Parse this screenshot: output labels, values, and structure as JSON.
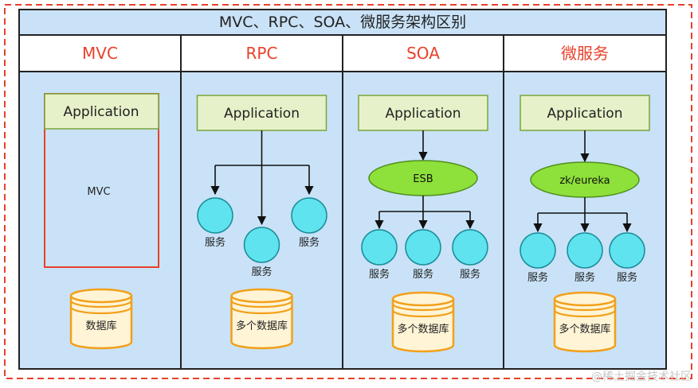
{
  "title": "MVC、RPC、SOA、微服务架构区别",
  "watermark": "@稀土掘金技术社区",
  "columns": [
    {
      "header": "MVC",
      "application_label": "Application",
      "inner_label": "MVC",
      "hub_label": "",
      "services": [],
      "database_label": "数据库"
    },
    {
      "header": "RPC",
      "application_label": "Application",
      "inner_label": "",
      "hub_label": "",
      "services": [
        "服务",
        "服务",
        "服务"
      ],
      "database_label": "多个数据库"
    },
    {
      "header": "SOA",
      "application_label": "Application",
      "inner_label": "",
      "hub_label": "ESB",
      "services": [
        "服务",
        "服务",
        "服务"
      ],
      "database_label": "多个数据库"
    },
    {
      "header": "微服务",
      "application_label": "Application",
      "inner_label": "",
      "hub_label": "zk/eureka",
      "services": [
        "服务",
        "服务",
        "服务"
      ],
      "database_label": "多个数据库"
    }
  ],
  "colors": {
    "panel_bg": "#c9e2f7",
    "header_bg": "#ffffff",
    "header_text": "#e8412c",
    "border_dashed": "#e8412c",
    "app_box": "#e6f1c9",
    "app_border": "#7aa43a",
    "service_circle": "#5fe3ee",
    "hub_fill": "#8ee03a",
    "db_fill": "#fff4d6",
    "db_border": "#f2a01a"
  }
}
